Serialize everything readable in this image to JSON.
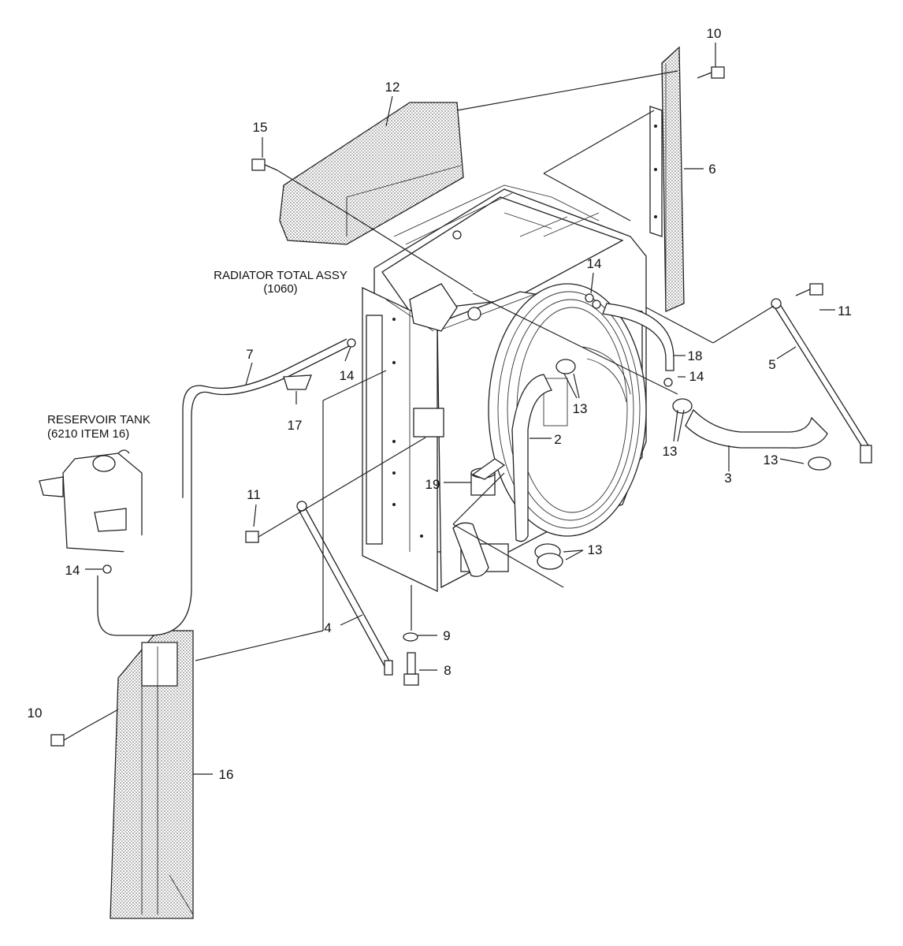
{
  "assembly_titles": {
    "radiator": [
      "RADIATOR TOTAL ASSY",
      "(1060)"
    ],
    "reservoir": [
      "RESERVOIR TANK",
      "(6210 ITEM 16)"
    ]
  },
  "callouts": {
    "c2": "2",
    "c3": "3",
    "c4": "4",
    "c5": "5",
    "c6": "6",
    "c7": "7",
    "c8": "8",
    "c9": "9",
    "c10a": "10",
    "c10b": "10",
    "c11a": "11",
    "c11b": "11",
    "c12": "12",
    "c13a": "13",
    "c13b": "13",
    "c13c": "13",
    "c13d": "13",
    "c14a": "14",
    "c14b": "14",
    "c14c": "14",
    "c14d": "14",
    "c15": "15",
    "c16": "16",
    "c17": "17",
    "c18": "18",
    "c19": "19"
  }
}
